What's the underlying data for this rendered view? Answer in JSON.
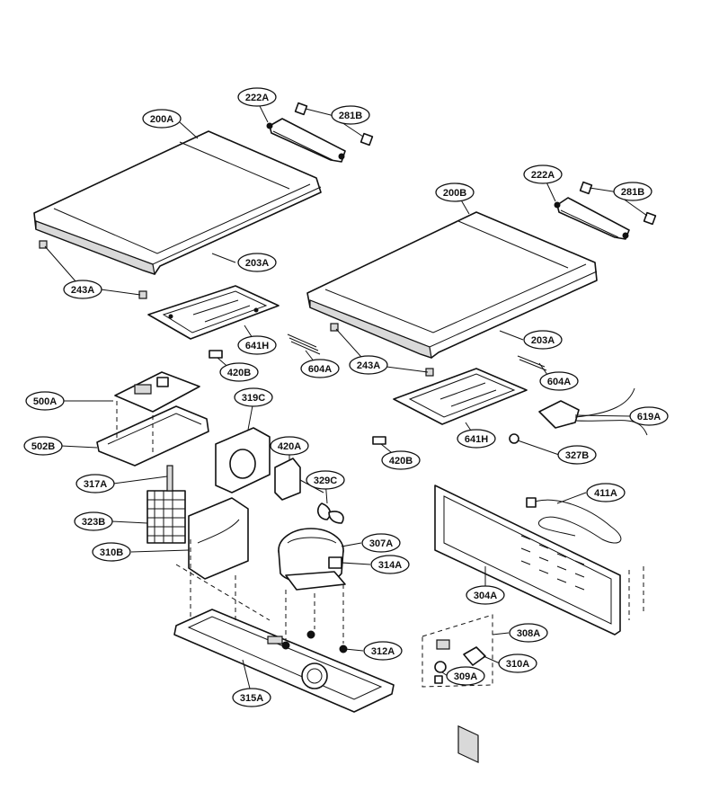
{
  "colors": {
    "line": "#111111",
    "background": "#ffffff",
    "fill_grey": "#d9d9d9"
  },
  "callouts": [
    {
      "id": "c222a_l",
      "label": "222A"
    },
    {
      "id": "c281b_l",
      "label": "281B"
    },
    {
      "id": "c200a",
      "label": "200A"
    },
    {
      "id": "c203a_l",
      "label": "203A"
    },
    {
      "id": "c243a_l",
      "label": "243A"
    },
    {
      "id": "c641h_l",
      "label": "641H"
    },
    {
      "id": "c420b_l",
      "label": "420B"
    },
    {
      "id": "c604a_l",
      "label": "604A"
    },
    {
      "id": "c222a_r",
      "label": "222A"
    },
    {
      "id": "c281b_r",
      "label": "281B"
    },
    {
      "id": "c200b",
      "label": "200B"
    },
    {
      "id": "c203a_r",
      "label": "203A"
    },
    {
      "id": "c243a_r",
      "label": "243A"
    },
    {
      "id": "c604a_r",
      "label": "604A"
    },
    {
      "id": "c619a",
      "label": "619A"
    },
    {
      "id": "c641h_r",
      "label": "641H"
    },
    {
      "id": "c327b",
      "label": "327B"
    },
    {
      "id": "c420b_r",
      "label": "420B"
    },
    {
      "id": "c500a",
      "label": "500A"
    },
    {
      "id": "c502b",
      "label": "502B"
    },
    {
      "id": "c319c",
      "label": "319C"
    },
    {
      "id": "c420a",
      "label": "420A"
    },
    {
      "id": "c329c",
      "label": "329C"
    },
    {
      "id": "c317a",
      "label": "317A"
    },
    {
      "id": "c323b",
      "label": "323B"
    },
    {
      "id": "c310b",
      "label": "310B"
    },
    {
      "id": "c307a",
      "label": "307A"
    },
    {
      "id": "c314a",
      "label": "314A"
    },
    {
      "id": "c411a",
      "label": "411A"
    },
    {
      "id": "c304a",
      "label": "304A"
    },
    {
      "id": "c308a",
      "label": "308A"
    },
    {
      "id": "c310a",
      "label": "310A"
    },
    {
      "id": "c309a",
      "label": "309A"
    },
    {
      "id": "c312a",
      "label": "312A"
    },
    {
      "id": "c315a",
      "label": "315A"
    }
  ]
}
